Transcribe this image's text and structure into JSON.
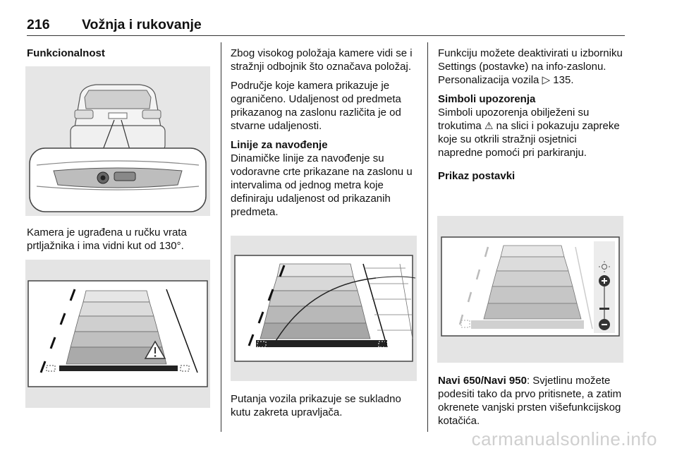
{
  "header": {
    "page_number": "216",
    "title": "Vožnja i rukovanje"
  },
  "col1": {
    "heading": "Funkcionalnost",
    "para1": "Kamera je ugrađena u ručku vrata prtljažnika i ima vidni kut od 130°."
  },
  "col2": {
    "para1": "Zbog visokog položaja kamere vidi se i stražnji odbojnik što označava položaj.",
    "para2": "Područje koje kamera prikazuje je ograničeno. Udaljenost od predmeta prikazanog na zaslonu različita je od stvarne udaljenosti.",
    "sub1": "Linije za navođenje",
    "para3": "Dinamičke linije za navođenje su vodoravne crte prikazane na zaslonu u intervalima od jednog metra koje definiraju udaljenost od prikazanih predmeta.",
    "para4": "Putanja vozila prikazuje se sukladno kutu zakreta upravljača."
  },
  "col3": {
    "para1": "Funkciju možete deaktivirati u izborniku Settings (postavke) na info-zaslonu. Personalizacija vozila",
    "para1_ref": "135.",
    "sub1": "Simboli upozorenja",
    "para2a": "Simboli upozorenja obilježeni su trokutima",
    "para2b": "na slici i pokazuju zapreke koje su otkrili stražnji osjetnici napredne pomoći pri parkiranju.",
    "sub2": "Prikaz postavki",
    "bold_lead": "Navi 650/Navi 950",
    "para3": ": Svjetlinu možete podesiti tako da prvo pritisnete, a zatim okrenete vanjski prsten višefunkcijskog kotačića."
  },
  "watermark": "carmanualsonline.info"
}
